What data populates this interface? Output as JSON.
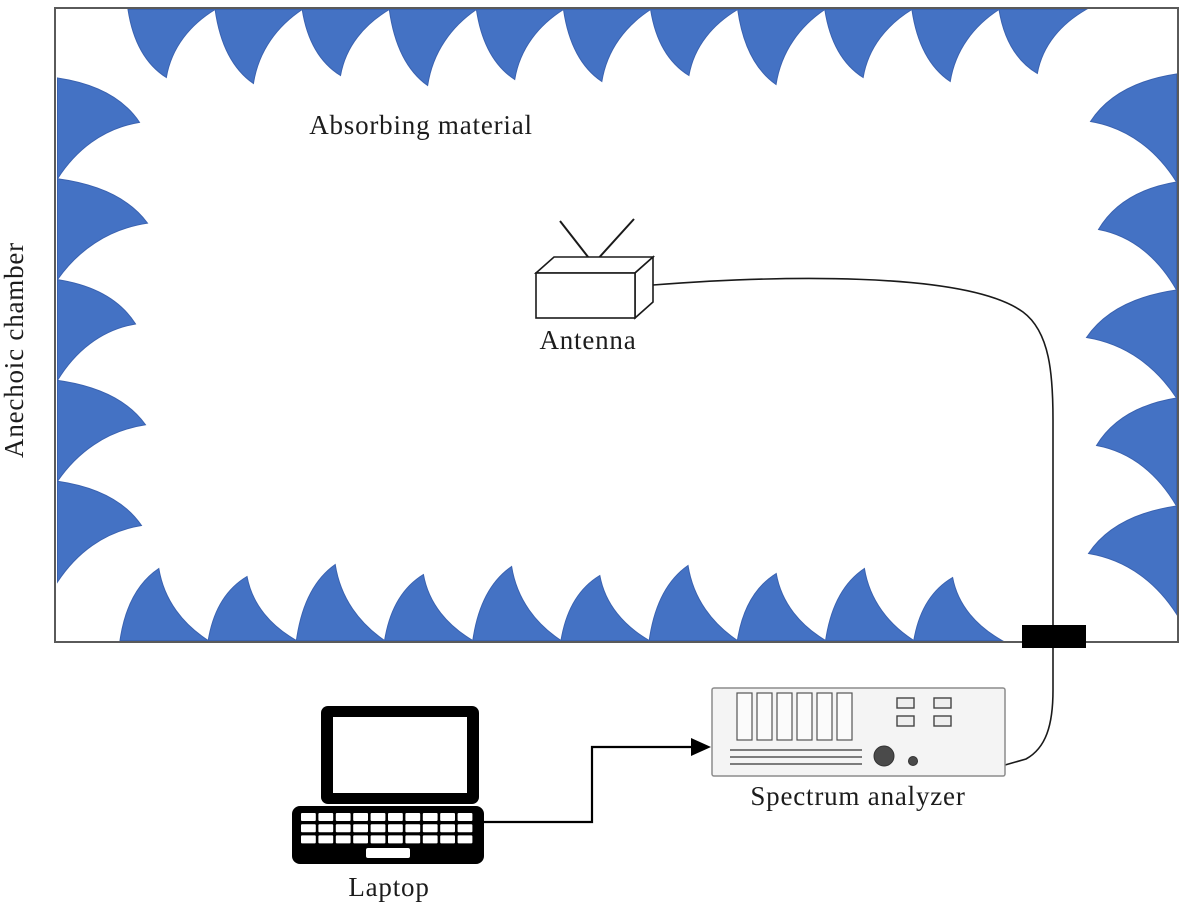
{
  "labels": {
    "chamber": "Anechoic chamber",
    "absorbing_material": "Absorbing material",
    "antenna": "Antenna",
    "spectrum_analyzer": "Spectrum analyzer",
    "laptop": "Laptop"
  },
  "icons": {
    "antenna": "antenna-icon",
    "laptop": "laptop-icon",
    "spectrum_analyzer": "spectrum-analyzer-icon",
    "cable_feedthrough": "cable-feedthrough",
    "connection_arrow": "arrow-right-icon"
  },
  "colors": {
    "absorber_blue": "#4472c4",
    "absorber_edge": "#3a62b0",
    "outline_gray": "#5a5a5a",
    "line_black": "#1a1a1a",
    "device_fill": "#f4f4f4",
    "device_stroke": "#8c8c8c",
    "text": "#1c1c1c"
  }
}
